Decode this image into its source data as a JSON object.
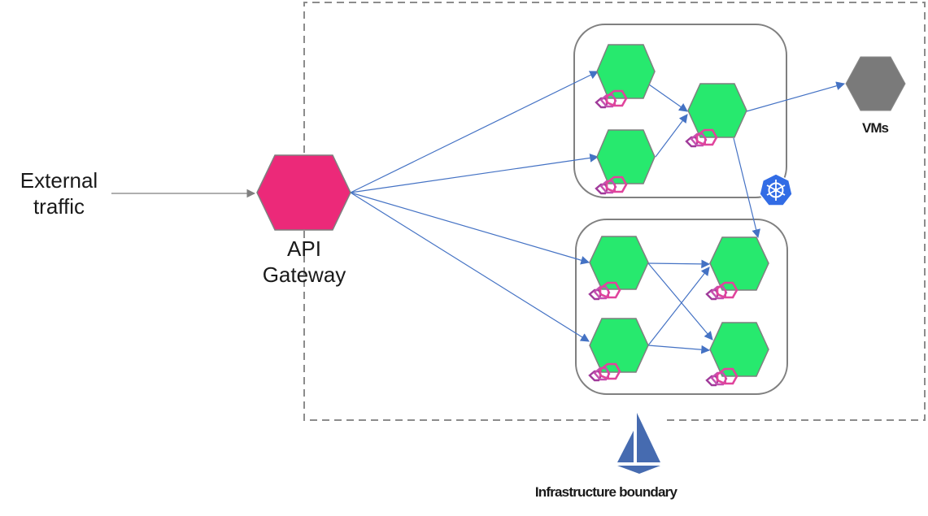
{
  "labels": {
    "external_traffic": "External traffic",
    "api_gateway": "API Gateway",
    "vms": "VMs",
    "infrastructure_boundary": "Infrastructure boundary"
  },
  "colors": {
    "gateway": "#EC2979",
    "service": "#27E96E",
    "vm": "#7A7A7A",
    "edge": "#4472C4",
    "envoy": "#D6409F",
    "kubernetes": "#326CE5",
    "istio": "#466BB0",
    "boundary": "#8C8C8C"
  },
  "icons": {
    "kubernetes": "kubernetes-helm-icon",
    "istio": "istio-sail-icon",
    "envoy": "envoy-proxy-icon"
  },
  "clusters": [
    {
      "id": "kubernetes-cluster",
      "services": [
        "svc-a1",
        "svc-a2",
        "svc-a3"
      ]
    },
    {
      "id": "mesh-cluster",
      "services": [
        "svc-b1",
        "svc-b2",
        "svc-b3",
        "svc-b4"
      ]
    }
  ],
  "edges": [
    [
      "external",
      "gateway"
    ],
    [
      "gateway",
      "svc-a1"
    ],
    [
      "gateway",
      "svc-a2"
    ],
    [
      "gateway",
      "svc-b1"
    ],
    [
      "gateway",
      "svc-b2"
    ],
    [
      "svc-a1",
      "svc-a3"
    ],
    [
      "svc-a2",
      "svc-a3"
    ],
    [
      "svc-a3",
      "vms"
    ],
    [
      "svc-a3",
      "svc-b3"
    ],
    [
      "svc-b1",
      "svc-b3"
    ],
    [
      "svc-b1",
      "svc-b4"
    ],
    [
      "svc-b2",
      "svc-b3"
    ],
    [
      "svc-b2",
      "svc-b4"
    ]
  ]
}
